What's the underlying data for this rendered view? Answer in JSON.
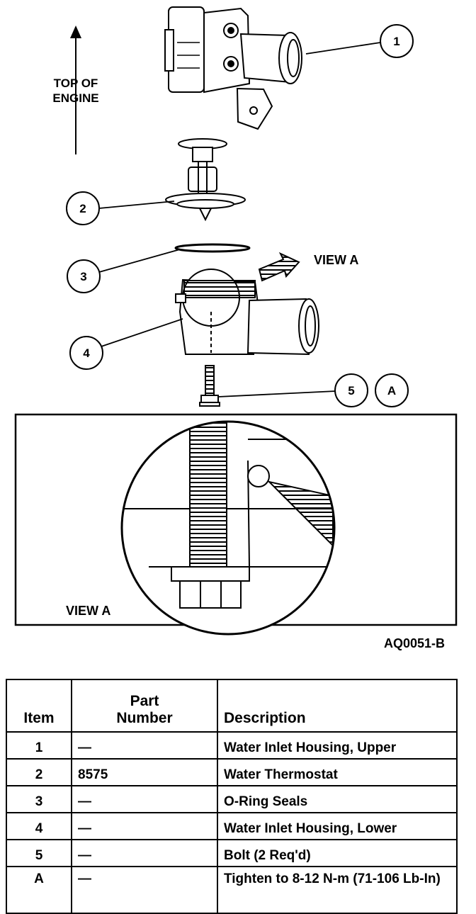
{
  "diagram": {
    "direction_label_line1": "TOP OF",
    "direction_label_line2": "ENGINE",
    "view_arrow_label": "VIEW A",
    "inset_label": "VIEW A",
    "figure_code": "AQ0051-B",
    "callouts": [
      "1",
      "2",
      "3",
      "4",
      "5",
      "A"
    ]
  },
  "table": {
    "headers": {
      "item": "Item",
      "part_line1": "Part",
      "part_line2": "Number",
      "description": "Description"
    },
    "rows": [
      {
        "item": "1",
        "part": "—",
        "description": "Water Inlet Housing, Upper"
      },
      {
        "item": "2",
        "part": "8575",
        "description": "Water Thermostat"
      },
      {
        "item": "3",
        "part": "—",
        "description": "O-Ring Seals"
      },
      {
        "item": "4",
        "part": "—",
        "description": "Water Inlet Housing, Lower"
      },
      {
        "item": "5",
        "part": "—",
        "description": "Bolt (2 Req'd)"
      },
      {
        "item": "A",
        "part": "—",
        "description": "Tighten to 8-12 N-m (71-106 Lb-In)"
      }
    ]
  }
}
